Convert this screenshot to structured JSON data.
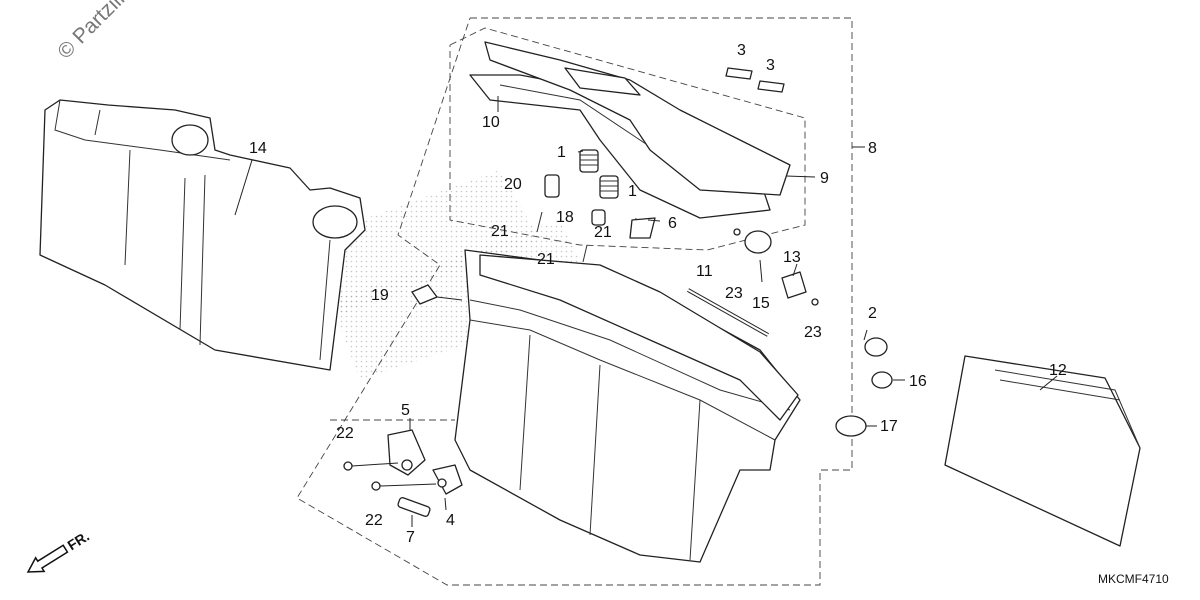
{
  "watermark": "© Partzilla.com",
  "diagram_code": "MKCMF4710",
  "front_indicator": "FR.",
  "callouts": [
    {
      "id": "c1a",
      "text": "1"
    },
    {
      "id": "c1b",
      "text": "1"
    },
    {
      "id": "c2",
      "text": "2"
    },
    {
      "id": "c3a",
      "text": "3"
    },
    {
      "id": "c3b",
      "text": "3"
    },
    {
      "id": "c4",
      "text": "4"
    },
    {
      "id": "c5",
      "text": "5"
    },
    {
      "id": "c6",
      "text": "6"
    },
    {
      "id": "c7",
      "text": "7"
    },
    {
      "id": "c8",
      "text": "8"
    },
    {
      "id": "c9",
      "text": "9"
    },
    {
      "id": "c10",
      "text": "10"
    },
    {
      "id": "c11",
      "text": "11"
    },
    {
      "id": "c12",
      "text": "12"
    },
    {
      "id": "c13",
      "text": "13"
    },
    {
      "id": "c14",
      "text": "14"
    },
    {
      "id": "c15",
      "text": "15"
    },
    {
      "id": "c16",
      "text": "16"
    },
    {
      "id": "c17",
      "text": "17"
    },
    {
      "id": "c18",
      "text": "18"
    },
    {
      "id": "c19",
      "text": "19"
    },
    {
      "id": "c20",
      "text": "20"
    },
    {
      "id": "c21a",
      "text": "21"
    },
    {
      "id": "c21b",
      "text": "21"
    },
    {
      "id": "c21c",
      "text": "21"
    },
    {
      "id": "c22a",
      "text": "22"
    },
    {
      "id": "c22b",
      "text": "22"
    },
    {
      "id": "c23a",
      "text": "23"
    },
    {
      "id": "c23b",
      "text": "23"
    }
  ]
}
